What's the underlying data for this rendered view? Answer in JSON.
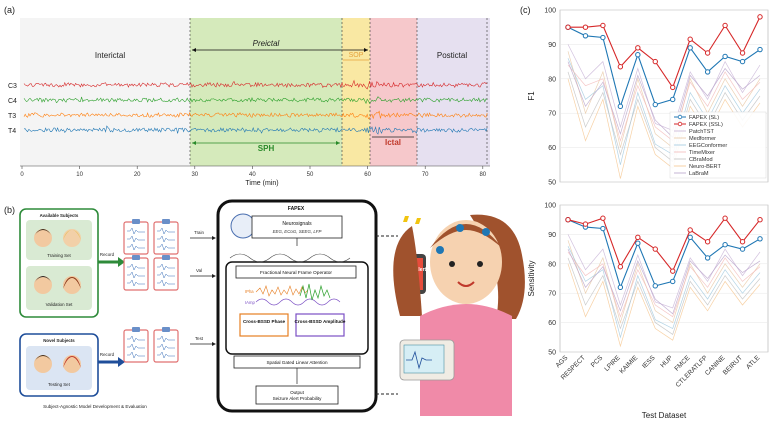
{
  "panels": {
    "a": "(a)",
    "b": "(b)",
    "c": "(c)"
  },
  "eeg": {
    "regions": {
      "interictal": "Interictal",
      "preictal": "Preictal",
      "sop": "SOP",
      "postictal": "Postictal",
      "sph": "SPH",
      "ictal": "Ictal"
    },
    "channels": [
      "C3",
      "C4",
      "T3",
      "T4"
    ],
    "channel_colors": [
      "#d62728",
      "#2ca02c",
      "#ff7f0e",
      "#1f77b4"
    ],
    "xlabel": "Time (min)",
    "xticks": [
      "0",
      "10",
      "20",
      "30",
      "40",
      "50",
      "60",
      "70",
      "80"
    ]
  },
  "pipeline": {
    "available_subjects": "Available Subjects",
    "training_set": "Training Set",
    "validation_set": "Validation Set",
    "novel_subjects": "Novel Subjects",
    "testing_set": "Testing Set",
    "record1": "Record",
    "record2": "Record",
    "train": "Train",
    "val": "Val",
    "test": "Test",
    "fapex": "FAPEX",
    "neurosignals": "Neurosignals",
    "neurosignals_sub": "EEG, ECoG, SEEG, LFP",
    "operator": "Fractional Neural Frame Operator",
    "ipha": "IPha",
    "amp": "IAmp",
    "phase_box": "Cross-BSSD Phase",
    "amp_box": "Cross-BSSD Amplitude",
    "attention": "Spatial Gated Linear Attention",
    "output1": "Output",
    "output2": "Seizure Alert Probability",
    "seizure_alert": "Seizure Alert",
    "caption": "Subject-Agnostic Model Development & Evaluation"
  },
  "chart_data": [
    {
      "type": "line",
      "title": "",
      "xlabel": "",
      "ylabel": "F1",
      "ylim": [
        50,
        100
      ],
      "yticks": [
        50,
        60,
        70,
        80,
        90,
        100
      ],
      "categories": [
        "AGS",
        "RESPECT",
        "PCS",
        "LPIRE",
        "KAIMIE",
        "IESS",
        "HUP",
        "FMCE",
        "CTLERATLFP",
        "CANINE",
        "BEIRUT",
        "ATLE"
      ],
      "legend_position": "right",
      "series": [
        {
          "name": "FAPEX (SL)",
          "color": "#1f77b4",
          "values": [
            95,
            92.5,
            92,
            72,
            87,
            72.5,
            74,
            89,
            82,
            86.5,
            85,
            88.5
          ]
        },
        {
          "name": "FAPEX (SSL)",
          "color": "#d62728",
          "values": [
            95,
            95,
            95.5,
            83.5,
            89,
            85,
            77.5,
            91.5,
            87.5,
            95.5,
            87.5,
            98
          ]
        },
        {
          "name": "PatchTST",
          "color": "#c7b2d6",
          "values": [
            90,
            80,
            85,
            66,
            83,
            67,
            65,
            82,
            74,
            85,
            76,
            84
          ]
        },
        {
          "name": "Medformer",
          "color": "#e7c7a2",
          "values": [
            88,
            70,
            82,
            60,
            80,
            64,
            60,
            80,
            70,
            80,
            72,
            80
          ]
        },
        {
          "name": "EEGConformer",
          "color": "#9fc8df",
          "values": [
            86,
            74,
            78,
            55,
            76,
            61,
            58,
            76,
            68,
            78,
            70,
            77
          ]
        },
        {
          "name": "TimeMixer",
          "color": "#f2b9b9",
          "values": [
            84,
            78,
            80,
            62,
            78,
            66,
            62,
            79,
            72,
            82,
            74,
            79
          ]
        },
        {
          "name": "CBraMod",
          "color": "#bfbfbf",
          "values": [
            82,
            66,
            76,
            58,
            74,
            60,
            56,
            74,
            66,
            76,
            68,
            75
          ]
        },
        {
          "name": "Neuro-BERT",
          "color": "#f5c68e",
          "values": [
            80,
            62,
            74,
            51,
            72,
            58,
            54,
            72,
            64,
            74,
            66,
            73
          ]
        },
        {
          "name": "LaBraM",
          "color": "#b8a1c9",
          "values": [
            85,
            72,
            79,
            64,
            81,
            68,
            63,
            81,
            75,
            83,
            77,
            81
          ]
        }
      ]
    },
    {
      "type": "line",
      "title": "",
      "xlabel": "Test Dataset",
      "ylabel": "Sensitivity",
      "ylim": [
        50,
        100
      ],
      "yticks": [
        50,
        60,
        70,
        80,
        90,
        100
      ],
      "categories": [
        "AGS",
        "RESPECT",
        "PCS",
        "LPIRE",
        "KAIMIE",
        "IESS",
        "HUP",
        "FMCE",
        "CTLERATLFP",
        "CANINE",
        "BEIRUT",
        "ATLE"
      ],
      "series": [
        {
          "name": "FAPEX (SL)",
          "color": "#1f77b4",
          "values": [
            95,
            92.5,
            92,
            72,
            87,
            72.5,
            74,
            89,
            82,
            86.5,
            85,
            88.5
          ]
        },
        {
          "name": "FAPEX (SSL)",
          "color": "#d62728",
          "values": [
            95,
            93.5,
            95.5,
            79,
            89,
            85,
            77.5,
            91.5,
            87.5,
            95.5,
            87.5,
            95
          ]
        },
        {
          "name": "PatchTST",
          "color": "#c7b2d6",
          "values": [
            90,
            78,
            85,
            66,
            83,
            67,
            65,
            82,
            74,
            85,
            76,
            84
          ]
        },
        {
          "name": "Medformer",
          "color": "#e7c7a2",
          "values": [
            88,
            70,
            82,
            60,
            80,
            64,
            60,
            80,
            70,
            80,
            72,
            80
          ]
        },
        {
          "name": "EEGConformer",
          "color": "#9fc8df",
          "values": [
            86,
            74,
            78,
            55,
            76,
            61,
            58,
            76,
            68,
            78,
            70,
            77
          ]
        },
        {
          "name": "TimeMixer",
          "color": "#f2b9b9",
          "values": [
            84,
            76,
            80,
            62,
            78,
            66,
            62,
            79,
            72,
            82,
            74,
            79
          ]
        },
        {
          "name": "CBraMod",
          "color": "#bfbfbf",
          "values": [
            82,
            66,
            76,
            58,
            74,
            60,
            56,
            74,
            66,
            76,
            68,
            75
          ]
        },
        {
          "name": "Neuro-BERT",
          "color": "#f5c68e",
          "values": [
            80,
            62,
            74,
            52,
            72,
            58,
            54,
            72,
            64,
            74,
            66,
            73
          ]
        },
        {
          "name": "LaBraM",
          "color": "#b8a1c9",
          "values": [
            85,
            72,
            79,
            64,
            81,
            68,
            63,
            81,
            75,
            83,
            77,
            81
          ]
        }
      ]
    }
  ]
}
